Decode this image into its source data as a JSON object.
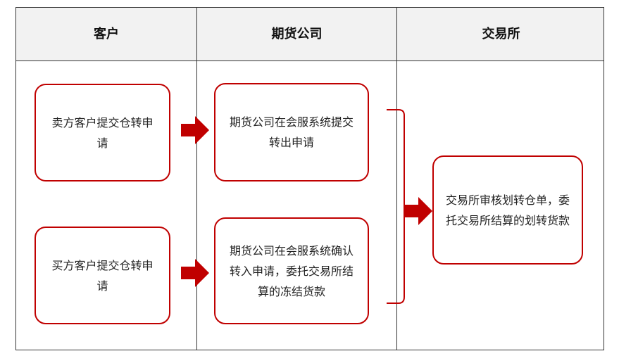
{
  "headers": {
    "client": "客户",
    "futures_company": "期货公司",
    "exchange": "交易所"
  },
  "boxes": {
    "seller": "卖方客户提交仓转申请",
    "buyer": "买方客户提交仓转申请",
    "fc_out": "期货公司在会服系统提交转出申请",
    "fc_in": "期货公司在会服系统确认转入申请，委托交易所结算的冻结货款",
    "exchange": "交易所审核划转仓单，委托交易所结算的划转货款"
  },
  "colors": {
    "accent": "#c00000",
    "border": "#333333",
    "header_bg": "#f2f2f2"
  }
}
